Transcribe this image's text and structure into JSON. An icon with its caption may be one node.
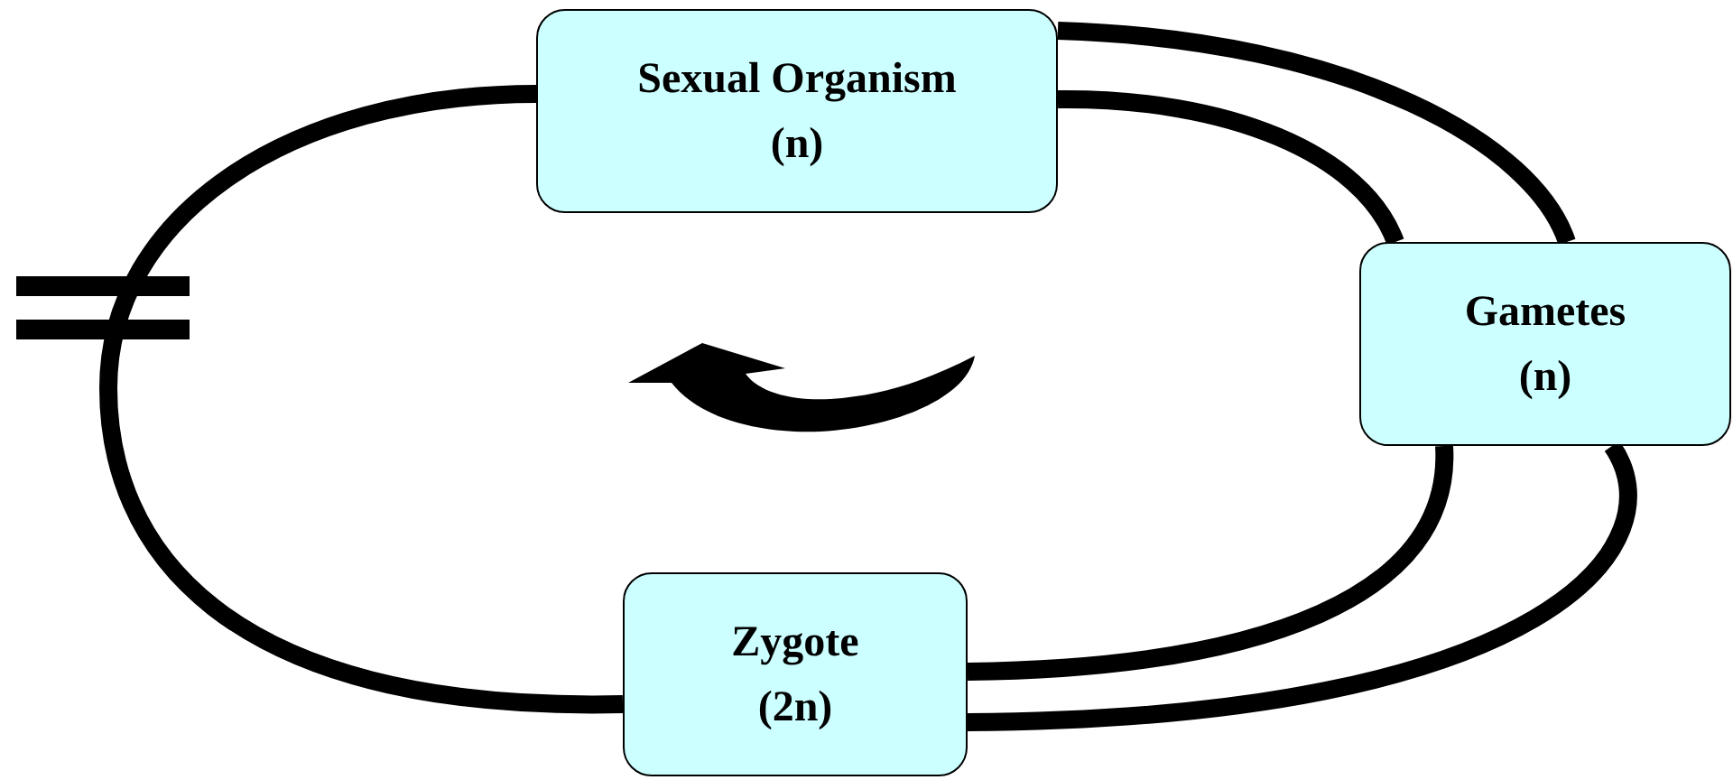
{
  "diagram": {
    "nodes": [
      {
        "text": [
          "Sexual Organism",
          "(n)"
        ]
      },
      {
        "text": [
          "Gametes",
          "(n)"
        ]
      },
      {
        "text": [
          "Zygote",
          "(2n)"
        ]
      }
    ],
    "edges": [
      {
        "from": 0,
        "to": 1,
        "arrow": "none"
      },
      {
        "from": 0,
        "to": 1,
        "arrow": "none"
      },
      {
        "from": 1,
        "to": 2,
        "arrow": "none"
      },
      {
        "from": 1,
        "to": 2,
        "arrow": "none"
      },
      {
        "from": 2,
        "to": 0,
        "arrow": "none"
      }
    ]
  }
}
